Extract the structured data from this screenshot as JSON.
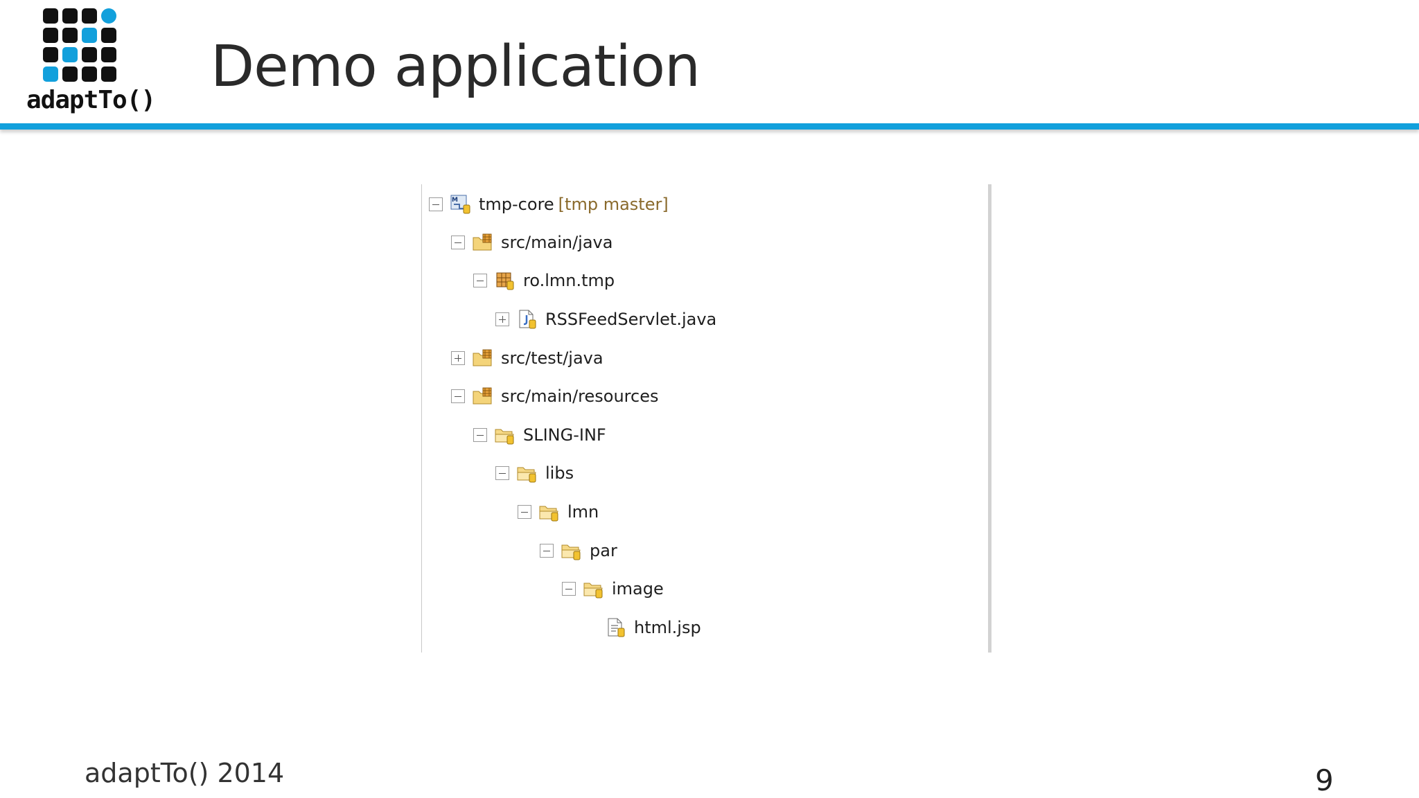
{
  "header": {
    "logo_text": "adaptTo()",
    "title": "Demo application",
    "colors": {
      "accent": "#12a0dc",
      "logo_dark": "#111111"
    }
  },
  "tree": {
    "nodes": [
      {
        "label": "tmp-core",
        "decoration": "[tmp master]",
        "icon": "maven-project-icon",
        "toggle": "collapse"
      },
      {
        "label": "src/main/java",
        "decoration": "",
        "icon": "source-folder-icon",
        "toggle": "collapse"
      },
      {
        "label": "ro.lmn.tmp",
        "decoration": "",
        "icon": "package-icon",
        "toggle": "collapse"
      },
      {
        "label": "RSSFeedServlet.java",
        "decoration": "",
        "icon": "java-file-icon",
        "toggle": "expand"
      },
      {
        "label": "src/test/java",
        "decoration": "",
        "icon": "source-folder-icon",
        "toggle": "expand"
      },
      {
        "label": "src/main/resources",
        "decoration": "",
        "icon": "source-folder-icon",
        "toggle": "collapse"
      },
      {
        "label": "SLING-INF",
        "decoration": "",
        "icon": "folder-icon",
        "toggle": "collapse"
      },
      {
        "label": "libs",
        "decoration": "",
        "icon": "folder-icon",
        "toggle": "collapse"
      },
      {
        "label": "lmn",
        "decoration": "",
        "icon": "folder-icon",
        "toggle": "collapse"
      },
      {
        "label": "par",
        "decoration": "",
        "icon": "folder-icon",
        "toggle": "collapse"
      },
      {
        "label": "image",
        "decoration": "",
        "icon": "folder-icon",
        "toggle": "collapse"
      },
      {
        "label": "html.jsp",
        "decoration": "",
        "icon": "jsp-file-icon",
        "toggle": "none"
      }
    ]
  },
  "footer": {
    "left_text": "adaptTo() 2014",
    "page_number": "9"
  }
}
